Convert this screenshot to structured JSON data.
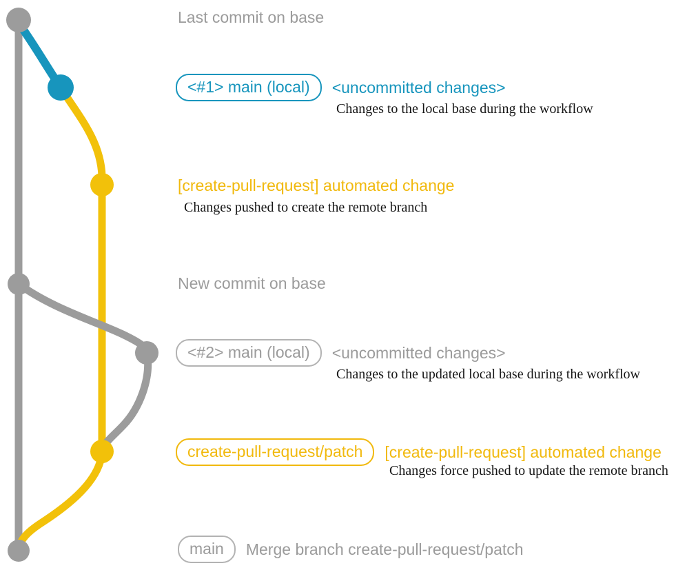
{
  "colors": {
    "graph_gray": "#9c9c9c",
    "graph_teal": "#1795bd",
    "graph_yellow": "#f2c10a",
    "text_gray": "#9b9b9b",
    "text_teal": "#1795bd",
    "text_yellow": "#f1b90d",
    "caption_black": "#161616"
  },
  "headers": {
    "last_commit": "Last commit on base",
    "new_commit": "New commit on base"
  },
  "row1": {
    "badge": "<#1> main (local)",
    "title": "<uncommitted changes>",
    "caption": "Changes to the local base during the workflow"
  },
  "row2": {
    "title": "[create-pull-request] automated change",
    "caption": "Changes pushed to create the remote branch"
  },
  "row3": {
    "badge": "<#2> main (local)",
    "title": "<uncommitted changes>",
    "caption": "Changes to the updated local base during the workflow"
  },
  "row4": {
    "badge": "create-pull-request/patch",
    "title": "[create-pull-request] automated change",
    "caption": "Changes force pushed to update the remote branch"
  },
  "row5": {
    "badge": "main",
    "title": "Merge branch create-pull-request/patch"
  },
  "graph": {
    "commits": [
      {
        "name": "last-commit-on-base",
        "color": "gray"
      },
      {
        "name": "local-main-1-uncommitted",
        "color": "teal"
      },
      {
        "name": "create-pull-request-automated-change-1",
        "color": "yellow"
      },
      {
        "name": "new-commit-on-base",
        "color": "gray"
      },
      {
        "name": "local-main-2-uncommitted",
        "color": "gray"
      },
      {
        "name": "create-pull-request-automated-change-2",
        "color": "yellow"
      },
      {
        "name": "merge-commit-main",
        "color": "gray"
      }
    ]
  }
}
